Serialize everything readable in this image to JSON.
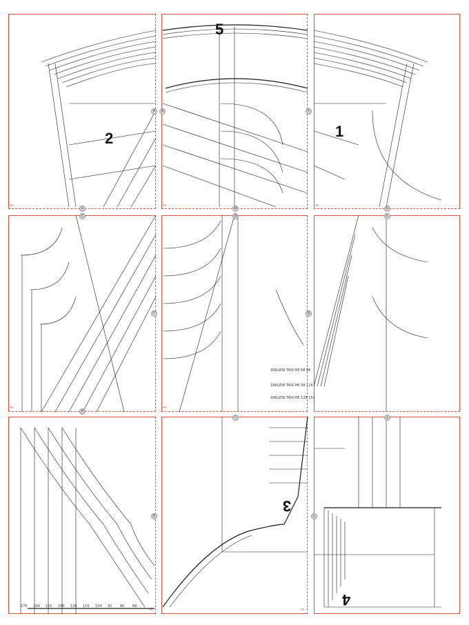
{
  "pattern": {
    "piece_numbers": [
      "5",
      "2",
      "1",
      "3",
      "4"
    ],
    "tile_marks": {
      "row1": [
        "A",
        "B",
        "C",
        "D",
        "E",
        "F"
      ],
      "row2": [
        "C",
        "D",
        "E",
        "F",
        "G",
        "H"
      ],
      "row3": [
        "I",
        "J",
        "K",
        "L"
      ]
    },
    "size_labels": [
      "176",
      "164",
      "152",
      "140",
      "128",
      "116",
      "104",
      "92",
      "80",
      "68"
    ],
    "side_labels": [
      "ZAKLENI TASCHE 68 86",
      "ZAKLENI TASCHE 98 116",
      "ZAKLENI TASCHE 128 152"
    ],
    "scissor": "✂",
    "colors": {
      "border": "#d9503f",
      "line": "#1a1a1a",
      "mark": "#cfcfcf"
    }
  }
}
